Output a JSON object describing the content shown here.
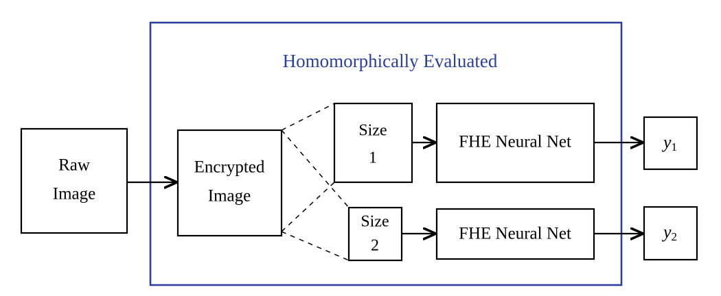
{
  "figure": {
    "kind": "block-flow-diagram",
    "background_color": "#ffffff",
    "accent_color": "#2b3f9e",
    "line_color": "#000000"
  },
  "group": {
    "title": "Homomorphically Evaluated",
    "border_color": "#2b3f9e",
    "title_color": "#2b3f9e"
  },
  "nodes": {
    "raw_image": {
      "line1": "Raw",
      "line2": "Image"
    },
    "encrypted_image": {
      "line1": "Encrypted",
      "line2": "Image"
    },
    "size1": {
      "line1": "Size",
      "line2": "1"
    },
    "size2": {
      "line1": "Size",
      "line2": "2"
    },
    "fhe_net_top": {
      "label": "FHE Neural Net"
    },
    "fhe_net_bottom": {
      "label": "FHE Neural Net"
    },
    "output_top": {
      "base": "y",
      "sub": "1"
    },
    "output_bottom": {
      "base": "y",
      "sub": "2"
    }
  },
  "edges": {
    "raw_to_encrypted": {
      "style": "solid-arrow"
    },
    "size1_to_net1": {
      "style": "solid-arrow"
    },
    "size2_to_net2": {
      "style": "solid-arrow"
    },
    "net1_to_y1": {
      "style": "solid-arrow"
    },
    "net2_to_y2": {
      "style": "solid-arrow"
    },
    "encrypted_fan_size1": {
      "style": "dashed"
    },
    "encrypted_fan_size2": {
      "style": "dashed"
    }
  }
}
